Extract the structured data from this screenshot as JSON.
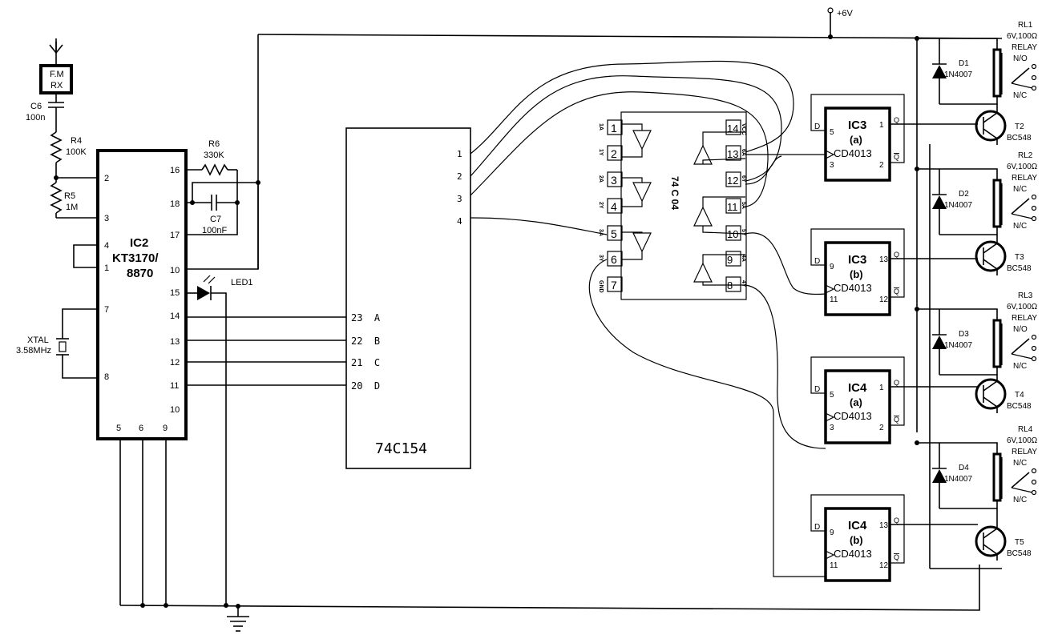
{
  "supply": {
    "label": "+6V"
  },
  "antenna": {
    "line1": "F.M",
    "line2": "RX"
  },
  "components": {
    "c6": {
      "ref": "C6",
      "value": "100n"
    },
    "r4": {
      "ref": "R4",
      "value": "100K"
    },
    "r5": {
      "ref": "R5",
      "value": "1M"
    },
    "r6": {
      "ref": "R6",
      "value": "330K"
    },
    "c7": {
      "ref": "C7",
      "value": "100nF"
    },
    "xtal": {
      "ref": "XTAL",
      "value": "3.58MHz"
    },
    "led1": {
      "ref": "LED1"
    }
  },
  "ic2": {
    "name": "IC2",
    "part1": "KT3170/",
    "part2": "8870",
    "pins_left": [
      "2",
      "3",
      "4",
      "1",
      "7",
      "8"
    ],
    "pins_right": [
      "16",
      "18",
      "17",
      "10",
      "15",
      "14",
      "13",
      "12",
      "11",
      "10"
    ],
    "pins_bottom": [
      "5",
      "6",
      "9"
    ]
  },
  "ic154": {
    "name": "74C154",
    "out_pins": [
      "1",
      "2",
      "3",
      "4"
    ],
    "in_pins": [
      "23  A",
      "22  B",
      "21  C",
      "20  D"
    ]
  },
  "ic74c04": {
    "name": "74 C 04",
    "left_pins": [
      "1",
      "2",
      "3",
      "4",
      "5",
      "6",
      "7"
    ],
    "right_pins": [
      "14",
      "13",
      "12",
      "11",
      "10",
      "9",
      "8"
    ],
    "left_labels": [
      "1A",
      "1Y",
      "2A",
      "2Y",
      "3A",
      "3Y",
      "GND"
    ],
    "right_labels": [
      "VCC",
      "6A",
      "6Y",
      "5A",
      "5Y",
      "4A",
      "4Y"
    ]
  },
  "flipflops": [
    {
      "name": "IC3",
      "unit": "(a)",
      "part": "CD4013",
      "d_pin": "5",
      "clk_pin": "3",
      "q_pin": "1",
      "qb_pin": "2"
    },
    {
      "name": "IC3",
      "unit": "(b)",
      "part": "CD4013",
      "d_pin": "9",
      "clk_pin": "11",
      "q_pin": "13",
      "qb_pin": "12"
    },
    {
      "name": "IC4",
      "unit": "(a)",
      "part": "CD4013",
      "d_pin": "5",
      "clk_pin": "3",
      "q_pin": "1",
      "qb_pin": "2"
    },
    {
      "name": "IC4",
      "unit": "(b)",
      "part": "CD4013",
      "d_pin": "9",
      "clk_pin": "11",
      "q_pin": "13",
      "qb_pin": "12"
    }
  ],
  "ff_labels": {
    "d": "D",
    "q": "Q",
    "qb": "Q"
  },
  "relays": [
    {
      "ref": "RL1",
      "spec": "6V,100Ω",
      "type": "RELAY",
      "no": "N/O",
      "nc": "N/C",
      "diode": "D1",
      "diode_part": "1N4007",
      "transistor": "T2",
      "transistor_part": "BC548"
    },
    {
      "ref": "RL2",
      "spec": "6V,100Ω",
      "type": "RELAY",
      "no": "N/C",
      "nc": "N/C",
      "diode": "D2",
      "diode_part": "1N4007",
      "transistor": "T3",
      "transistor_part": "BC548"
    },
    {
      "ref": "RL3",
      "spec": "6V,100Ω",
      "type": "RELAY",
      "no": "N/O",
      "nc": "N/C",
      "diode": "D3",
      "diode_part": "1N4007",
      "transistor": "T4",
      "transistor_part": "BC548"
    },
    {
      "ref": "RL4",
      "spec": "6V,100Ω",
      "type": "RELAY",
      "no": "N/C",
      "nc": "N/C",
      "diode": "D4",
      "diode_part": "1N4007",
      "transistor": "T5",
      "transistor_part": "BC548"
    }
  ]
}
